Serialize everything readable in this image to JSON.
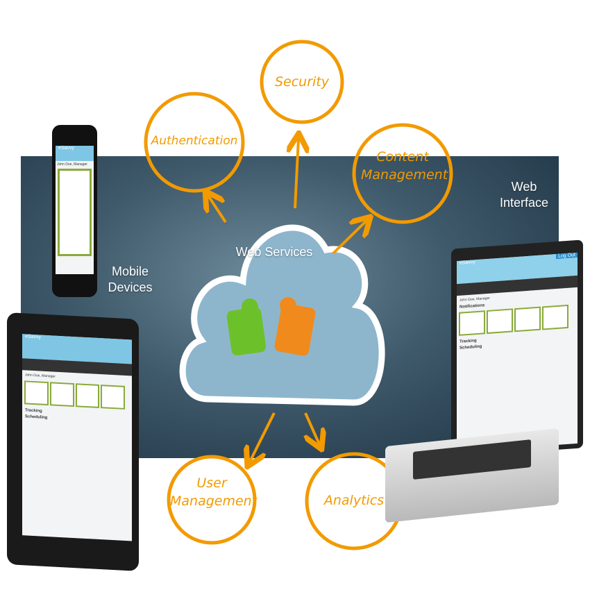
{
  "labels": {
    "web_interface": "Web Interface",
    "mobile_devices": "Mobile Devices",
    "web_services": "Web Services"
  },
  "services": {
    "security": "Security",
    "authentication": "Authentication",
    "content_management": "Content Management",
    "user_management": "User Management",
    "analytics": "Analytics"
  },
  "app": {
    "brand": "eSavvy",
    "user": "John Doe, Manager",
    "notifications": "Notifications",
    "tracking": "Tracking",
    "scheduling": "Scheduling",
    "logout": "Log Out"
  },
  "colors": {
    "accent": "#f29a00",
    "cloud": "#8db6cd",
    "puzzle_green": "#6cc12a",
    "puzzle_orange": "#f08a1c"
  }
}
